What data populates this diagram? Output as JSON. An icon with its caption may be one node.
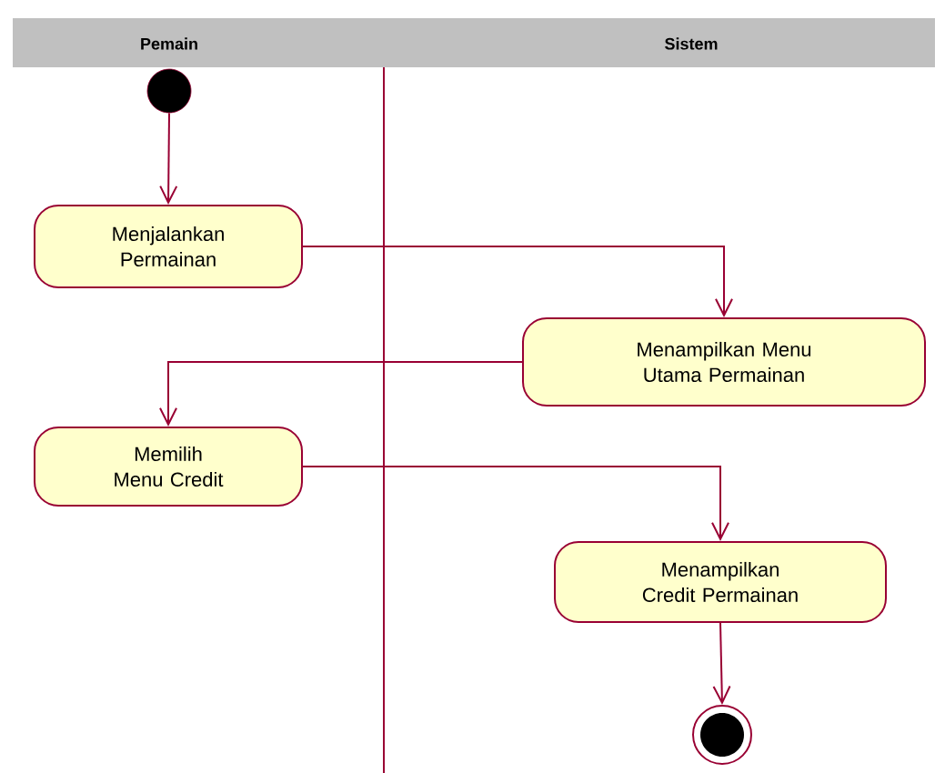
{
  "diagram": {
    "nodes": [
      {
        "text": [],
        "shape": "circle"
      },
      {
        "text": [
          "Menjalankan Permainan"
        ]
      },
      {
        "text": [
          "Menampilkan Menu Utama Permainan"
        ]
      },
      {
        "text": [
          "Memilih Menu Credit"
        ]
      },
      {
        "text": [
          "Menampilkan Credit Permainan"
        ]
      },
      {
        "text": [],
        "shape": "bullseye"
      }
    ],
    "edges": [
      {
        "from": 0,
        "to": 1,
        "arrow": "to"
      },
      {
        "from": 1,
        "to": 2,
        "arrow": "to"
      },
      {
        "from": 2,
        "to": 3,
        "arrow": "to"
      },
      {
        "from": 3,
        "to": 4,
        "arrow": "to"
      },
      {
        "from": 4,
        "to": 5,
        "arrow": "to"
      }
    ],
    "labels": [
      "Pemain",
      "Sistem"
    ]
  }
}
